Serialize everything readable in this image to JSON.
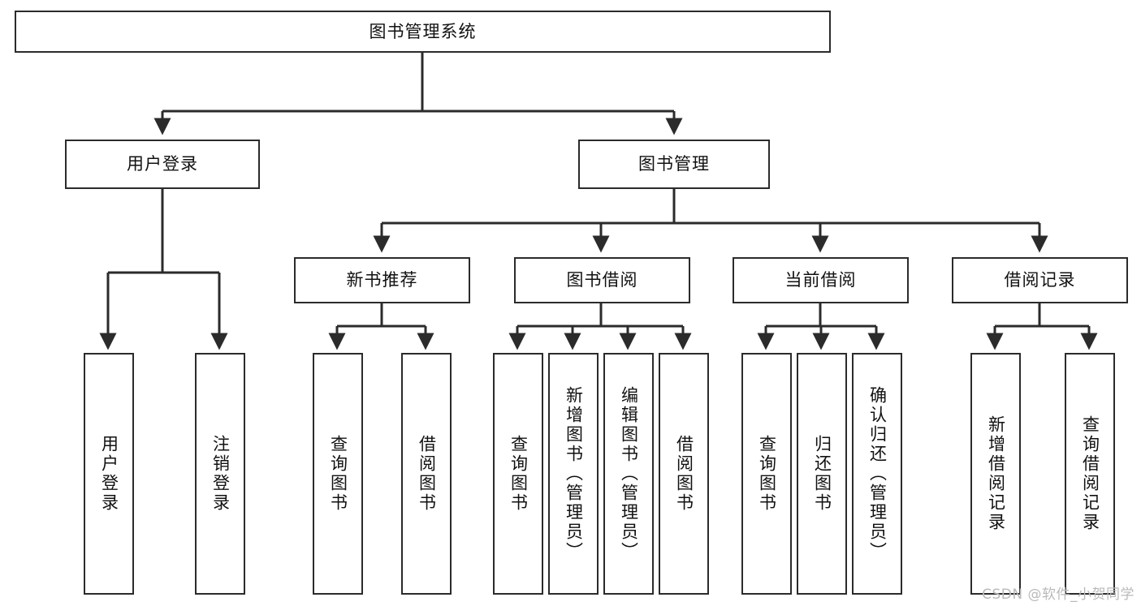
{
  "diagram": {
    "type": "tree-hierarchy-chart",
    "title": "图书管理系统",
    "orientation": "top-down",
    "colors": {
      "box_border": "#2b2b2b",
      "box_fill": "#ffffff",
      "edge": "#2b2b2b",
      "background": "#ffffff",
      "watermark": "#b9b9b9"
    },
    "levels": {
      "level1": [
        "root"
      ],
      "level2": [
        "user-login",
        "book-management"
      ],
      "level3": [
        "new-book-recommend",
        "book-borrow",
        "current-borrow",
        "borrow-record"
      ],
      "level4": [
        "leaf nodes (vertical text)"
      ]
    }
  },
  "nodes": {
    "root": {
      "label": "图书管理系统"
    },
    "level2": [
      {
        "id": "user-login",
        "label": "用户登录"
      },
      {
        "id": "book-management",
        "label": "图书管理"
      }
    ],
    "level3": [
      {
        "id": "new-book-recommend",
        "label": "新书推荐"
      },
      {
        "id": "book-borrow",
        "label": "图书借阅"
      },
      {
        "id": "current-borrow",
        "label": "当前借阅"
      },
      {
        "id": "borrow-record",
        "label": "借阅记录"
      }
    ],
    "leaves": {
      "user_login": [
        {
          "id": "leaf-user-login",
          "label": "用户登录"
        },
        {
          "id": "leaf-logout-login",
          "label": "注销登录"
        }
      ],
      "new_book_recommend": [
        {
          "id": "leaf-query-book-1",
          "label": "查询图书"
        },
        {
          "id": "leaf-borrow-book-1",
          "label": "借阅图书"
        }
      ],
      "book_borrow": [
        {
          "id": "leaf-query-book-2",
          "label": "查询图书"
        },
        {
          "id": "leaf-add-book",
          "label": "新增图书（管理员）"
        },
        {
          "id": "leaf-edit-book",
          "label": "编辑图书（管理员）"
        },
        {
          "id": "leaf-borrow-book-2",
          "label": "借阅图书"
        }
      ],
      "current_borrow": [
        {
          "id": "leaf-query-book-3",
          "label": "查询图书"
        },
        {
          "id": "leaf-return-book",
          "label": "归还图书"
        },
        {
          "id": "leaf-confirm-return",
          "label": "确认归还（管理员）"
        }
      ],
      "borrow_record": [
        {
          "id": "leaf-add-record",
          "label": "新增借阅记录"
        },
        {
          "id": "leaf-query-record",
          "label": "查询借阅记录"
        }
      ]
    }
  },
  "watermark": {
    "text": "CSDN @软件_小贺同学"
  }
}
